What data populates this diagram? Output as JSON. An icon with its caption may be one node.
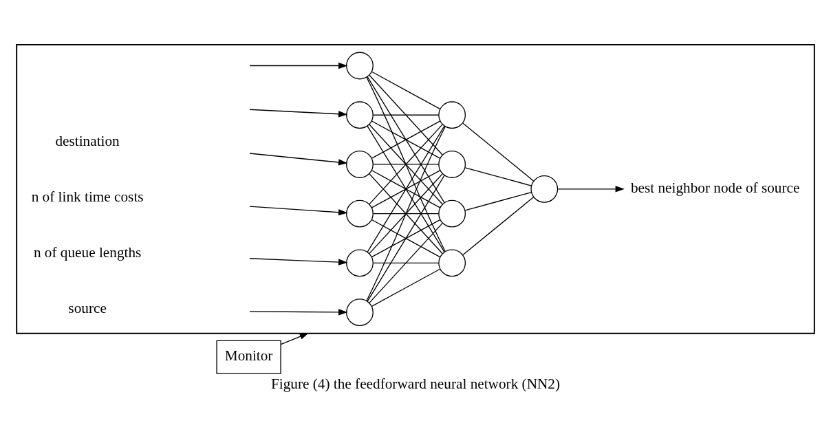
{
  "diagram": {
    "caption": "Figure (4) the feedforward neural network (NN2)",
    "nodes": [
      {
        "text": [
          "Monitor"
        ]
      },
      {
        "text": [],
        "shape": "box"
      },
      {
        "text": [],
        "shape": "circle",
        "in": 1
      },
      {
        "text": [],
        "shape": "circle",
        "in": 1
      },
      {
        "text": [],
        "shape": "circle",
        "in": 1
      },
      {
        "text": [],
        "shape": "circle",
        "in": 1
      },
      {
        "text": [],
        "shape": "circle",
        "in": 1
      },
      {
        "text": [],
        "shape": "circle",
        "in": 1
      },
      {
        "text": [],
        "shape": "circle",
        "in": 1
      },
      {
        "text": [],
        "shape": "circle",
        "in": 1
      },
      {
        "text": [],
        "shape": "circle",
        "in": 1
      },
      {
        "text": [],
        "shape": "circle",
        "in": 1
      },
      {
        "text": [],
        "shape": "circle",
        "in": 1
      },
      {
        "text": [
          "best neighbor node of source"
        ],
        "in": 1
      }
    ],
    "edges": [
      {
        "from": 0,
        "to": 1,
        "arrow": "to"
      },
      {
        "from": null,
        "to": 2,
        "arrow": "to"
      },
      {
        "from": null,
        "to": 3,
        "arrow": "to"
      },
      {
        "from": null,
        "to": 4,
        "arrow": "to"
      },
      {
        "from": null,
        "to": 5,
        "arrow": "to"
      },
      {
        "from": null,
        "to": 6,
        "arrow": "to"
      },
      {
        "from": null,
        "to": 7,
        "arrow": "to"
      },
      {
        "from": 2,
        "to": 8,
        "arrow": "none"
      },
      {
        "from": 2,
        "to": 9,
        "arrow": "none"
      },
      {
        "from": 2,
        "to": 10,
        "arrow": "none"
      },
      {
        "from": 2,
        "to": 11,
        "arrow": "none"
      },
      {
        "from": 3,
        "to": 8,
        "arrow": "none"
      },
      {
        "from": 3,
        "to": 9,
        "arrow": "none"
      },
      {
        "from": 3,
        "to": 10,
        "arrow": "none"
      },
      {
        "from": 3,
        "to": 11,
        "arrow": "none"
      },
      {
        "from": 4,
        "to": 8,
        "arrow": "none"
      },
      {
        "from": 4,
        "to": 9,
        "arrow": "none"
      },
      {
        "from": 4,
        "to": 10,
        "arrow": "none"
      },
      {
        "from": 4,
        "to": 11,
        "arrow": "none"
      },
      {
        "from": 5,
        "to": 8,
        "arrow": "none"
      },
      {
        "from": 5,
        "to": 9,
        "arrow": "none"
      },
      {
        "from": 5,
        "to": 10,
        "arrow": "none"
      },
      {
        "from": 5,
        "to": 11,
        "arrow": "none"
      },
      {
        "from": 6,
        "to": 8,
        "arrow": "none"
      },
      {
        "from": 6,
        "to": 9,
        "arrow": "none"
      },
      {
        "from": 6,
        "to": 10,
        "arrow": "none"
      },
      {
        "from": 6,
        "to": 11,
        "arrow": "none"
      },
      {
        "from": 7,
        "to": 8,
        "arrow": "none"
      },
      {
        "from": 7,
        "to": 9,
        "arrow": "none"
      },
      {
        "from": 7,
        "to": 10,
        "arrow": "none"
      },
      {
        "from": 7,
        "to": 11,
        "arrow": "none"
      },
      {
        "from": 8,
        "to": 12,
        "arrow": "none"
      },
      {
        "from": 9,
        "to": 12,
        "arrow": "none"
      },
      {
        "from": 10,
        "to": 12,
        "arrow": "none"
      },
      {
        "from": 11,
        "to": 12,
        "arrow": "none"
      },
      {
        "from": 12,
        "to": 13,
        "arrow": "to"
      }
    ],
    "labels": [
      "source",
      "destination",
      "n of link time costs",
      "n of queue lengths"
    ]
  }
}
